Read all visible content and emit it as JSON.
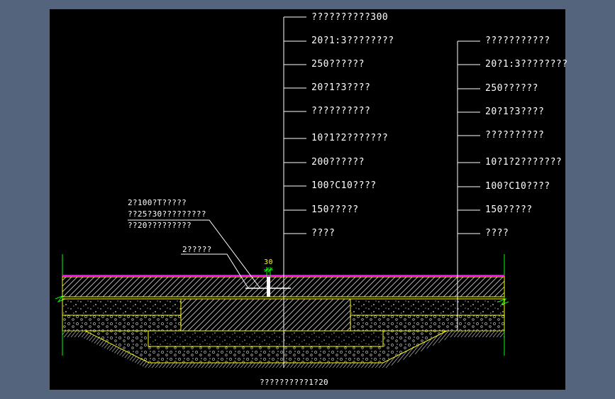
{
  "title": "??????????1?20",
  "colors": {
    "background": "#53647c",
    "viewport": "#000000",
    "line": "#ffffff",
    "outline": "#ffff00",
    "dimension": "#00ff00",
    "surface": "#ff00ff"
  },
  "left_callouts": [
    "??????????300",
    "20?1:3????????",
    "250??????",
    "20?1?3????",
    "??????????",
    "10?1?2???????",
    "200??????",
    "100?C10????",
    "150?????",
    "????"
  ],
  "right_callouts": [
    "???????????",
    "20?1:3????????",
    "250??????",
    "20?1?3????",
    "??????????",
    "10?1?2???????",
    "100?C10????",
    "150?????",
    "????"
  ],
  "joint_note": [
    "2?100?T?????",
    "??25?30?????????",
    "??20?????????"
  ],
  "joint_label": "2?????",
  "dimension_label": "30"
}
